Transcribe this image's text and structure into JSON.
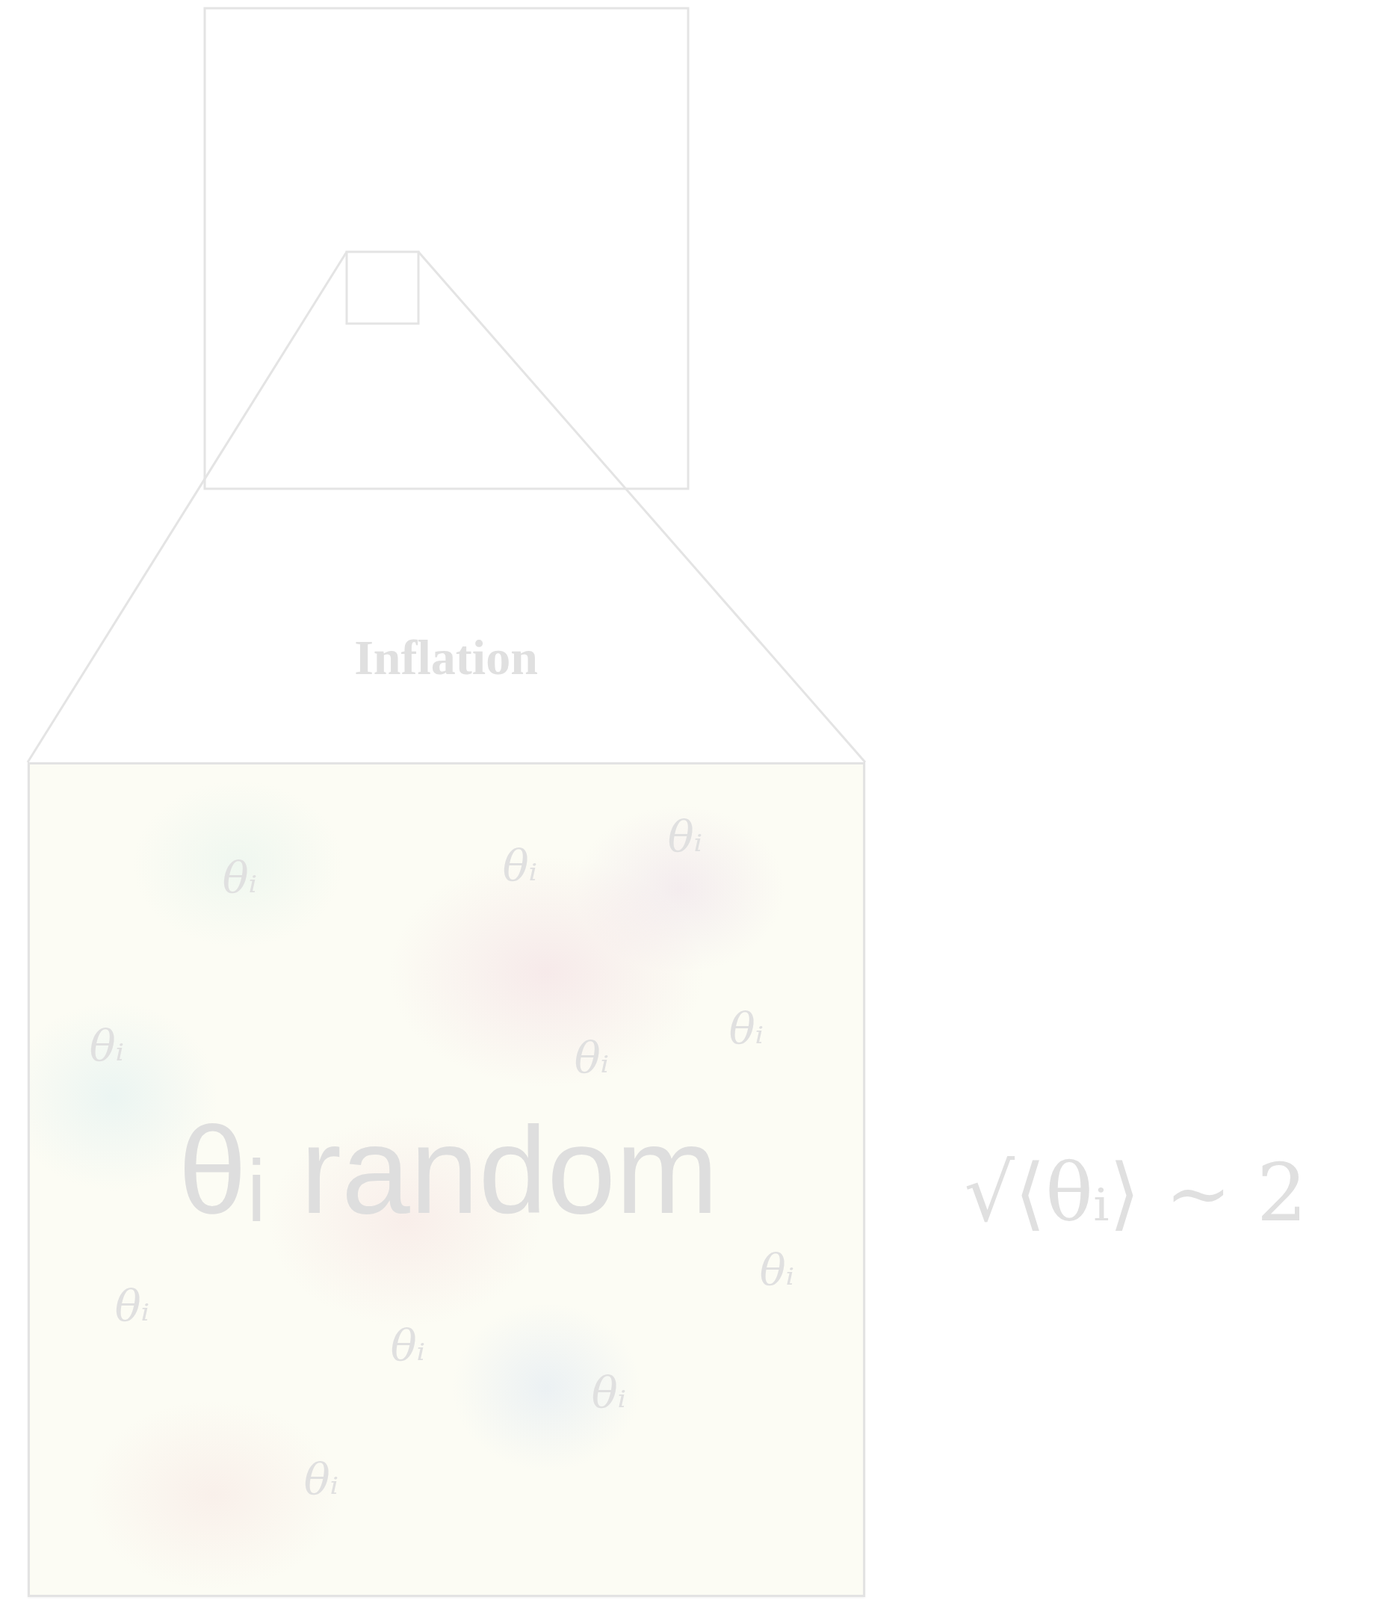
{
  "diagram": {
    "nodes": [
      {
        "text": [
          "θᵢ random"
        ]
      }
    ],
    "labels": [
      "Inflation",
      "θᵢ",
      "θᵢ",
      "θᵢ",
      "θᵢ",
      "θᵢ",
      "θᵢ",
      "θᵢ",
      "θᵢ",
      "θᵢ",
      "θᵢ",
      "θᵢ",
      "√⟨θᵢ⟩ ~ 2"
    ]
  }
}
